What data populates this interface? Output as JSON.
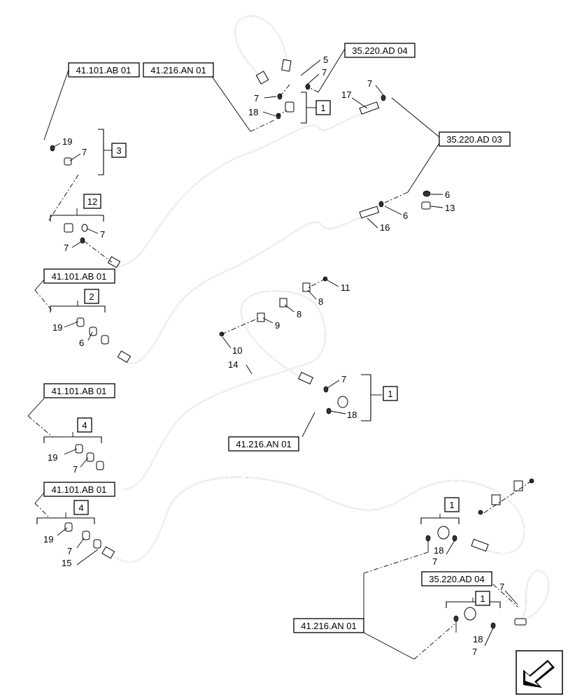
{
  "refs": {
    "r1": "41.101.AB 01",
    "r2": "41.216.AN 01",
    "r3": "35.220.AD 04",
    "r4": "35.220.AD 03",
    "r5": "41.101.AB 01",
    "r6": "41.216.AN 01",
    "r7": "41.101.AB 01",
    "r8": "41.101.AB 01",
    "r9": "35.220.AD 04",
    "r10": "41.216.AN 01"
  },
  "groups": {
    "g1a": "1",
    "g3": "3",
    "g12": "12",
    "g2": "2",
    "g1b": "1",
    "g4a": "4",
    "g4b": "4",
    "g1c": "1",
    "g1d": "1"
  },
  "callouts": {
    "c5": "5",
    "c7a": "7",
    "c7b": "7",
    "c18a": "18",
    "c17": "17",
    "c7c": "7",
    "c19a": "19",
    "c7d": "7",
    "c7e": "7",
    "c7f": "7",
    "c6a": "6",
    "c13": "13",
    "c6b": "6",
    "c16": "16",
    "c11": "11",
    "c8a": "8",
    "c8b": "8",
    "c9": "9",
    "c19b": "19",
    "c6c": "6",
    "c10": "10",
    "c14": "14",
    "c7g": "7",
    "c18b": "18",
    "c19c": "19",
    "c7h": "7",
    "c19d": "19",
    "c7i": "7",
    "c15": "15",
    "c18c": "18",
    "c7j": "7",
    "c7k": "7",
    "c18d": "18",
    "c7l": "7"
  },
  "icons": {
    "corner": "navigation-arrow-icon"
  }
}
